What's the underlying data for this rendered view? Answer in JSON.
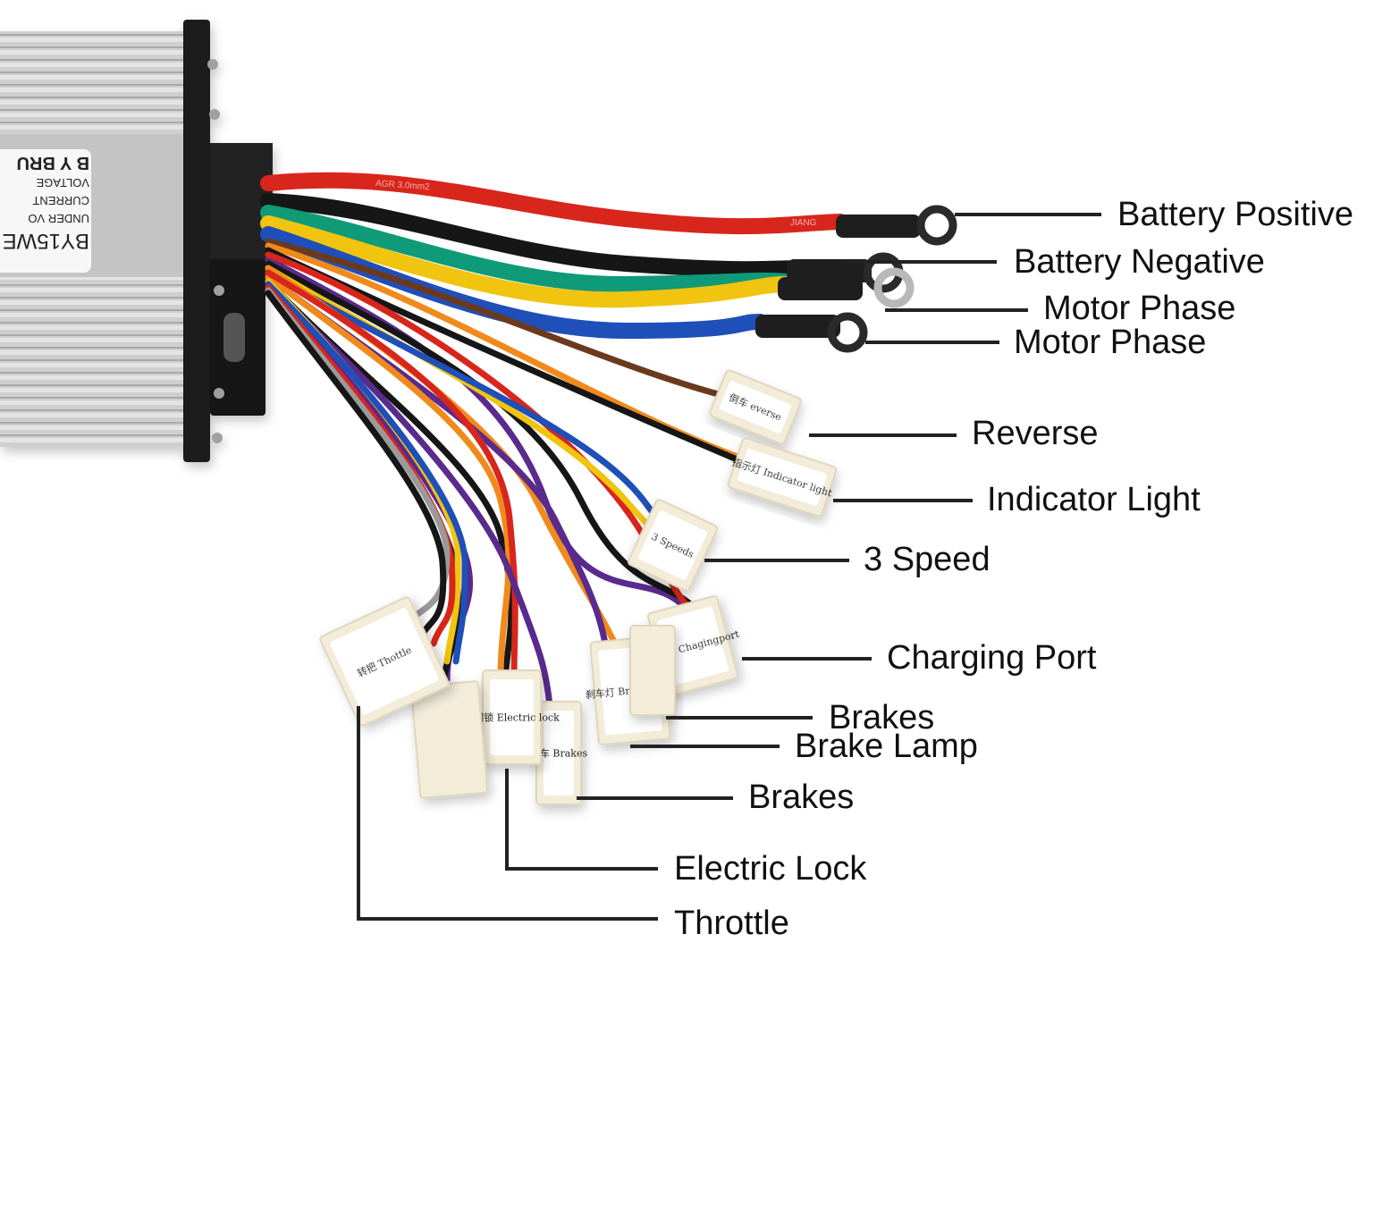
{
  "diagram": {
    "title": "Brushless Controller Wiring",
    "controller": {
      "label_lines": [
        "BY15WE",
        "UNDER VO",
        "CURRENT",
        "VOLTAGE",
        "B Y BRU"
      ],
      "body_color": "#c8c8c8",
      "end_cap_color": "#1c1c1c"
    },
    "wire_print": {
      "red_cable_text": "AGR  3.0mm2",
      "red_cable_brand": "JIANG"
    },
    "wire_colors": {
      "red": "#d8261c",
      "black": "#161616",
      "yellow": "#f1c40f",
      "green": "#0f9a78",
      "blue": "#1f4fb8",
      "orange": "#f08a1c",
      "purple": "#5a2a8c",
      "brown": "#6b3a1e",
      "grey": "#9a9a9a"
    },
    "connector_color": "#f3ecd9",
    "callouts": [
      {
        "id": "battery-positive",
        "label": "Battery Positive",
        "connector_tag": ""
      },
      {
        "id": "battery-negative",
        "label": "Battery Negative",
        "connector_tag": ""
      },
      {
        "id": "motor-phase-1",
        "label": "Motor Phase",
        "connector_tag": ""
      },
      {
        "id": "motor-phase-2",
        "label": "Motor Phase",
        "connector_tag": ""
      },
      {
        "id": "reverse",
        "label": "Reverse",
        "connector_tag": "倒车 everse"
      },
      {
        "id": "indicator-light",
        "label": "Indicator Light",
        "connector_tag": "指示灯 Indicator light"
      },
      {
        "id": "3-speed",
        "label": "3 Speed",
        "connector_tag": "3 Speeds"
      },
      {
        "id": "charging-port",
        "label": "Charging Port",
        "connector_tag": "充电口 Chagingport"
      },
      {
        "id": "brakes-1",
        "label": "Brakes",
        "connector_tag": ""
      },
      {
        "id": "brake-lamp",
        "label": "Brake Lamp",
        "connector_tag": "刹车灯 Brake lamp"
      },
      {
        "id": "brakes-2",
        "label": "Brakes",
        "connector_tag": "刹车 Brakes"
      },
      {
        "id": "electric-lock",
        "label": "Electric Lock",
        "connector_tag": "电门锁 Electric lock"
      },
      {
        "id": "throttle",
        "label": "Throttle",
        "connector_tag": "转把 Thottle"
      }
    ]
  }
}
